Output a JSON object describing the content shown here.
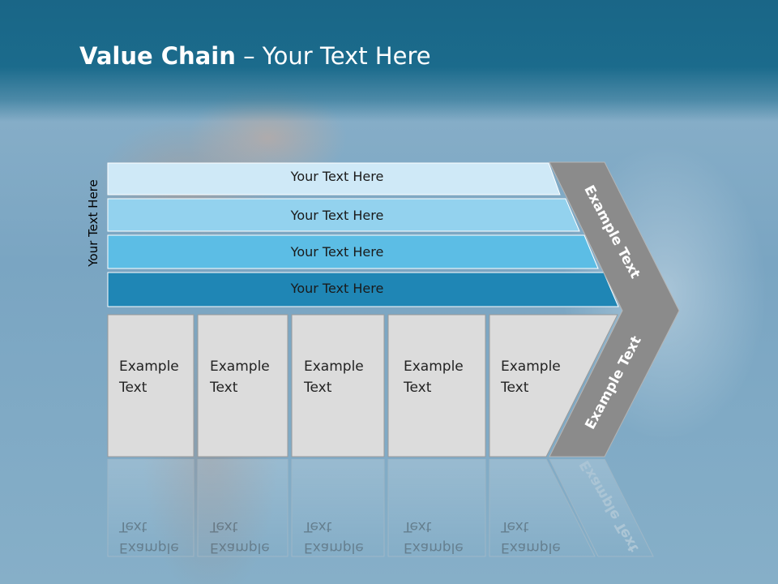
{
  "title": {
    "bold": "Value Chain",
    "rest": " – Your Text Here"
  },
  "side_label": "Your Text Here",
  "bars": [
    {
      "label": "Your Text Here",
      "color": "#cfe9f7"
    },
    {
      "label": "Your Text Here",
      "color": "#93d2ee"
    },
    {
      "label": "Your Text Here",
      "color": "#5cbde5"
    },
    {
      "label": "Your Text Here",
      "color": "#1f86b5"
    }
  ],
  "boxes": [
    {
      "line1": "Example",
      "line2": "Text"
    },
    {
      "line1": "Example",
      "line2": "Text"
    },
    {
      "line1": "Example",
      "line2": "Text"
    },
    {
      "line1": "Example",
      "line2": "Text"
    },
    {
      "line1": "Example",
      "line2": "Text"
    }
  ],
  "chevron": {
    "upper": "Example Text",
    "lower": "Example Text",
    "color": "#8b8b8b"
  },
  "colors": {
    "header": "#1b6b8c",
    "box_fill": "#dcdcdc",
    "box_stroke": "#9a9a9a"
  }
}
